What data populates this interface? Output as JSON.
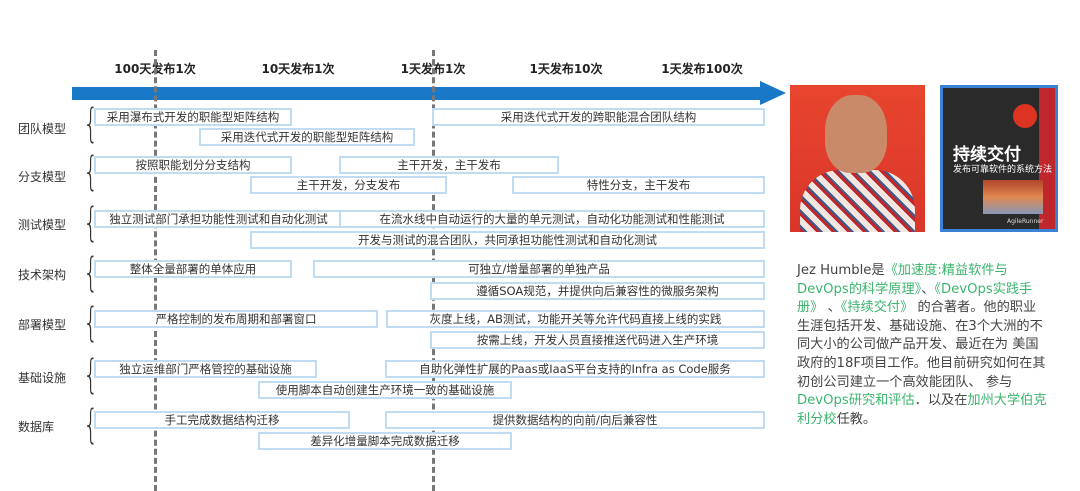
{
  "timeline": {
    "labels": [
      "100天发布1次",
      "10天发布1次",
      "1天发布1次",
      "1天发布10次",
      "1天发布100次"
    ],
    "accent": "#1a78c8"
  },
  "rows": [
    {
      "label": "团队模型",
      "boxes": [
        "采用瀑布式开发的职能型矩阵结构",
        "采用迭代式开发的职能型矩阵结构",
        "采用迭代式开发的跨职能混合团队结构"
      ]
    },
    {
      "label": "分支模型",
      "boxes": [
        "按照职能划分分支结构",
        "主干开发，主干发布",
        "主干开发，分支发布",
        "特性分支，主干发布"
      ]
    },
    {
      "label": "测试模型",
      "boxes": [
        "独立测试部门承担功能性测试和自动化测试",
        "在流水线中自动运行的大量的单元测试，自动化功能测试和性能测试",
        "开发与测试的混合团队，共同承担功能性测试和自动化测试"
      ]
    },
    {
      "label": "技术架构",
      "boxes": [
        "整体全量部署的单体应用",
        "可独立/增量部署的单独产品",
        "遵循SOA规范，并提供向后兼容性的微服务架构"
      ]
    },
    {
      "label": "部署模型",
      "boxes": [
        "严格控制的发布周期和部署窗口",
        "灰度上线，AB测试，功能开关等允许代码直接上线的实践",
        "按需上线，开发人员直接推送代码进入生产环境"
      ]
    },
    {
      "label": "基础设施",
      "boxes": [
        "独立运维部门严格管控的基础设施",
        "自助化弹性扩展的Paas或IaaS平台支持的Infra as Code服务",
        "使用脚本自动创建生产环境一致的基础设施"
      ]
    },
    {
      "label": "数据库",
      "boxes": [
        "手工完成数据结构迁移",
        "提供数据结构的向前/向后兼容性",
        "差异化增量脚本完成数据迁移"
      ]
    }
  ],
  "book": {
    "title": "持续交付",
    "subtitle": "发布可靠软件的系统方法",
    "publisher": "AgileRunner"
  },
  "bio": {
    "p1": "Jez Humble是",
    "l1": "《加速度:精益软件与DevOps的科学原理》",
    "s1": "、",
    "l2": "《DevOps实践手册》",
    "s2": " 、",
    "l3": "《持续交付》",
    "p2": " 的合著者。他的职业生涯包括开发、基础设施、在3个大洲的不同大小的公司做产品开发、最近在为 美国政府的18F项目工作。他目前研究如何在其初创公司建立一个高效能团队、 参与",
    "l4": "DevOps研究和评估",
    "p3": "．以及在",
    "l5": "加州大学伯克利分校",
    "p4": "任教。"
  }
}
